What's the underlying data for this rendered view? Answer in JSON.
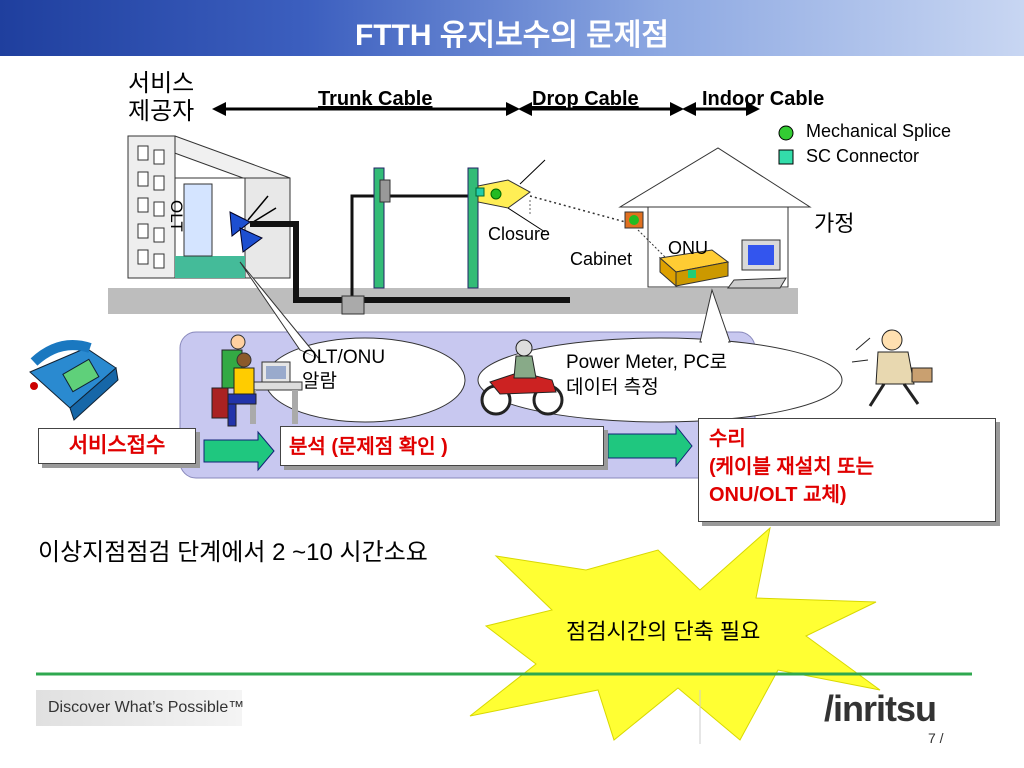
{
  "header": {
    "title": "FTTH 유지보수의 문제점"
  },
  "network": {
    "provider_label_line1": "서비스",
    "provider_label_line2": "제공자",
    "olt_label": "OLT",
    "segments": {
      "trunk": "Trunk Cable",
      "drop": "Drop Cable",
      "indoor": "Indoor Cable"
    },
    "legend": {
      "splice": "Mechanical Splice",
      "connector": "SC Connector"
    },
    "closure": "Closure",
    "cabinet": "Cabinet",
    "onu": "ONU",
    "home": "가정"
  },
  "callouts": {
    "alarm_line1": "OLT/ONU",
    "alarm_line2": "알람",
    "measure_line1": "Power Meter, PC로",
    "measure_line2": "데이터 측정"
  },
  "process": {
    "step1": "서비스접수",
    "step2": "분석 (문제점 확인 )",
    "step3_line1": "수리",
    "step3_line2": "(케이블 재설치 또는",
    "step3_line3": "ONU/OLT 교체)"
  },
  "note": "이상지점점검 단계에서 2 ~10 시간소요",
  "burst": "점검시간의 단축 필요",
  "footer": {
    "tagline": "Discover What’s Possible™",
    "logo": "/inritsu",
    "page": "7 /"
  },
  "colors": {
    "title_bg": "#1f3f9e",
    "process_red": "#e00000",
    "arrow_green": "#1fc77f",
    "panel_lavender": "#c8c8f0",
    "burst_yellow": "#ffff33",
    "splice_green": "#22bb22",
    "connector_green": "#22ccaa"
  }
}
